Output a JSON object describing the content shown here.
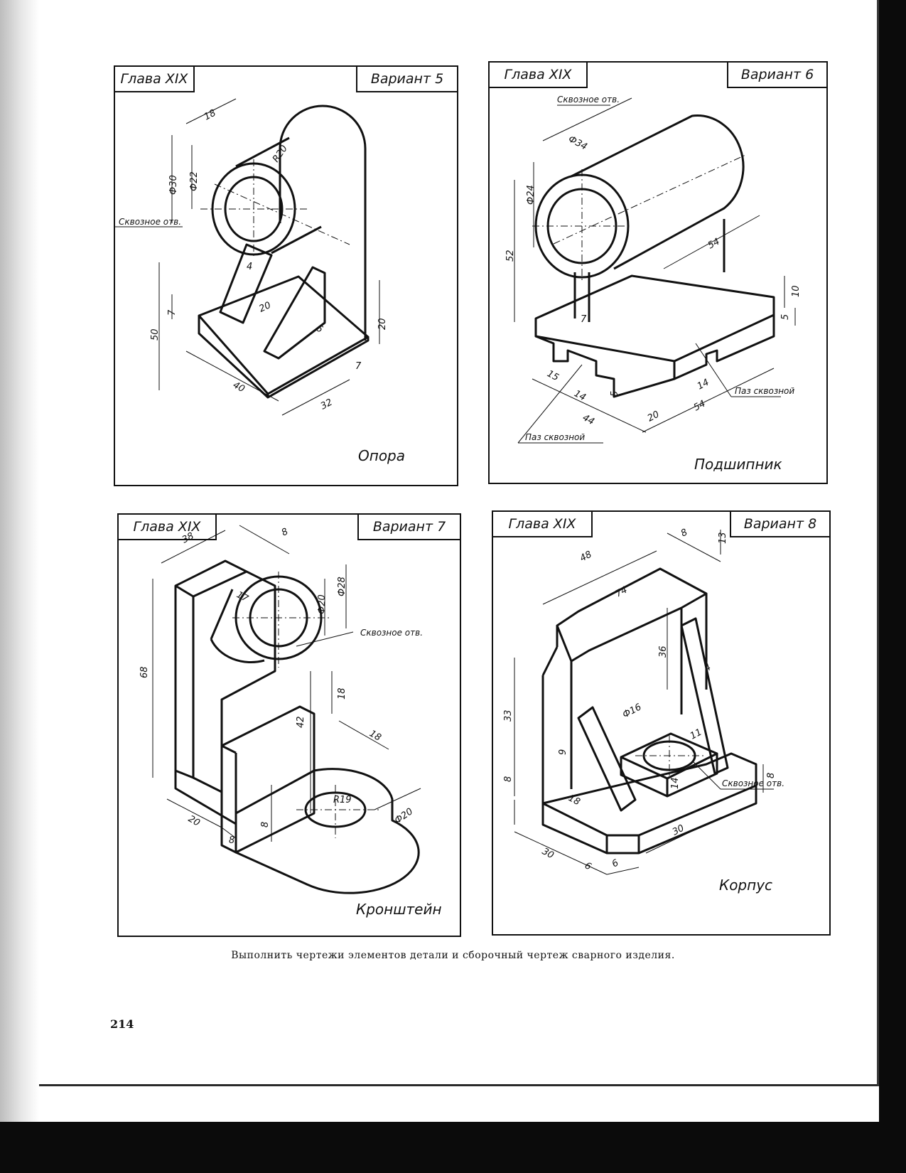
{
  "panels": [
    {
      "chapter": "Глава XIX",
      "variant": "Вариант 5",
      "part_name": "Опора",
      "callouts": [
        "Сквозное отв."
      ],
      "dimensions": [
        "18",
        "R20",
        "Ф30",
        "Ф22",
        "4",
        "20",
        "6",
        "50",
        "7",
        "20",
        "7",
        "40",
        "32"
      ]
    },
    {
      "chapter": "Глава XIX",
      "variant": "Вариант 6",
      "part_name": "Подшипник",
      "callouts": [
        "Сквозное отв.",
        "Паз сквозной",
        "Паз сквозной"
      ],
      "dimensions": [
        "Ф34",
        "Ф24",
        "54",
        "52",
        "7",
        "10",
        "5",
        "15",
        "14",
        "5",
        "44",
        "20",
        "54",
        "14"
      ]
    },
    {
      "chapter": "Глава XIX",
      "variant": "Вариант 7",
      "part_name": "Кронштейн",
      "callouts": [
        "Сквозное отв."
      ],
      "dimensions": [
        "8",
        "38",
        "17",
        "Ф20",
        "Ф28",
        "68",
        "18",
        "42",
        "18",
        "R19",
        "20",
        "8",
        "8",
        "Ф20"
      ]
    },
    {
      "chapter": "Глава XIX",
      "variant": "Вариант 8",
      "part_name": "Корпус",
      "callouts": [
        "Сквозное отв."
      ],
      "dimensions": [
        "48",
        "8",
        "13",
        "74",
        "36",
        "4",
        "33",
        "Ф16",
        "11",
        "9",
        "8",
        "8",
        "14",
        "18",
        "30",
        "30",
        "6",
        "6"
      ]
    }
  ],
  "caption": "Выполнить чертежи элементов детали и сборочный чертеж сварного изделия.",
  "page_number": "214"
}
